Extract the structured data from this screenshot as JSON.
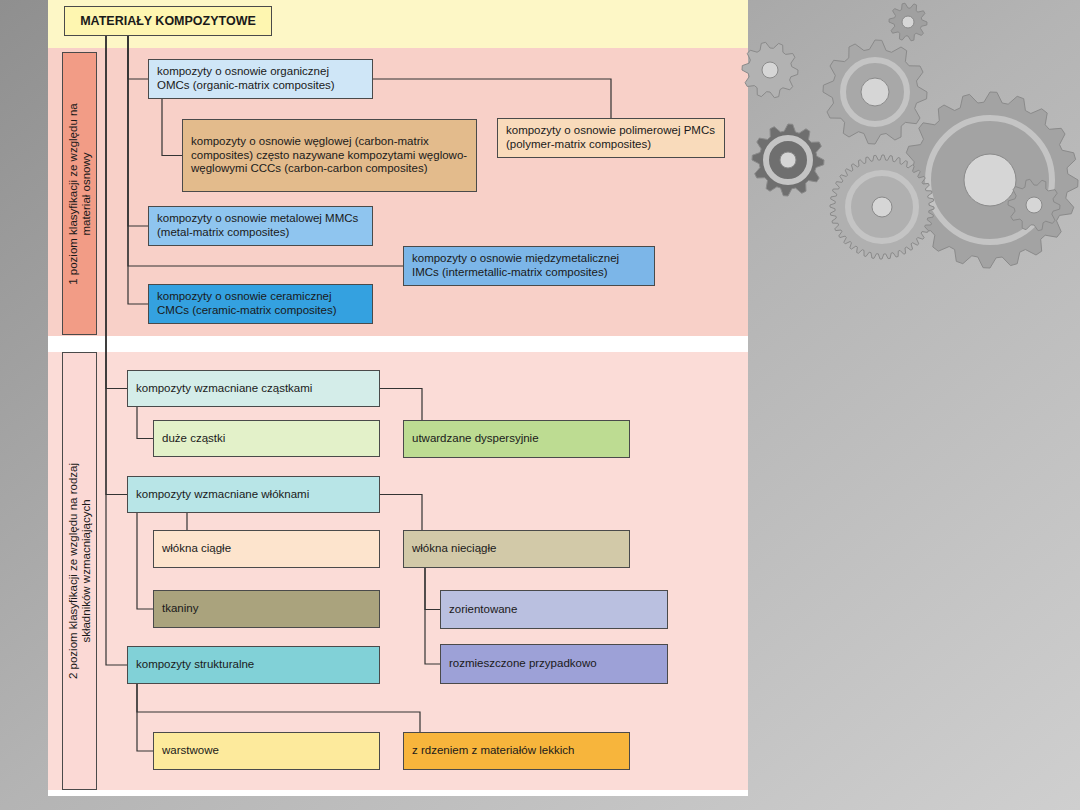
{
  "diagram": {
    "nodes": [
      {
        "text": [
          "MATERIAŁY KOMPOZYTOWE"
        ]
      },
      {
        "text": [
          "1 poziom klasyfikacji ze względu na materiał osnowy"
        ]
      },
      {
        "text": [
          "kompozyty o osnowie organicznej OMCs (organic-matrix composites)"
        ]
      },
      {
        "text": [
          "kompozyty o osnowie węglowej (carbon-matrix composites) często nazywane kompozytami węglowo-węglowymi CCCs (carbon-carbon composites)"
        ]
      },
      {
        "text": [
          "kompozyty o osnowie polimerowej PMCs (polymer-matrix composites)"
        ]
      },
      {
        "text": [
          "kompozyty o osnowie metalowej MMCs (metal-matrix composites)"
        ]
      },
      {
        "text": [
          "kompozyty o osnowie międzymetalicznej IMCs (intermetallic-matrix composites)"
        ]
      },
      {
        "text": [
          "kompozyty o osnowie ceramicznej CMCs (ceramic-matrix composites)"
        ]
      },
      {
        "text": [
          "2 poziom klasyfikacji ze względu na rodzaj składników wzmacniających"
        ]
      },
      {
        "text": [
          "kompozyty wzmacniane cząstkami"
        ]
      },
      {
        "text": [
          "duże cząstki"
        ]
      },
      {
        "text": [
          "utwardzane dyspersyjnie"
        ]
      },
      {
        "text": [
          "kompozyty wzmacniane włóknami"
        ]
      },
      {
        "text": [
          "włókna ciągłe"
        ]
      },
      {
        "text": [
          "włókna nieciągłe"
        ]
      },
      {
        "text": [
          "tkaniny"
        ]
      },
      {
        "text": [
          "zorientowane"
        ]
      },
      {
        "text": [
          "rozmieszczone przypadkowo"
        ]
      },
      {
        "text": [
          "kompozyty strukturalne"
        ]
      },
      {
        "text": [
          "warstwowe"
        ]
      },
      {
        "text": [
          "z rdzeniem z materiałów lekkich"
        ]
      }
    ],
    "edges": [
      {
        "from": 0,
        "to": 2,
        "arrow": "none"
      },
      {
        "from": 2,
        "to": 3,
        "arrow": "none"
      },
      {
        "from": 2,
        "to": 4,
        "arrow": "none"
      },
      {
        "from": 0,
        "to": 5,
        "arrow": "none"
      },
      {
        "from": 0,
        "to": 6,
        "arrow": "none"
      },
      {
        "from": 0,
        "to": 7,
        "arrow": "none"
      },
      {
        "from": 0,
        "to": 9,
        "arrow": "none"
      },
      {
        "from": 9,
        "to": 10,
        "arrow": "none"
      },
      {
        "from": 9,
        "to": 11,
        "arrow": "none"
      },
      {
        "from": 0,
        "to": 12,
        "arrow": "none"
      },
      {
        "from": 12,
        "to": 13,
        "arrow": "none"
      },
      {
        "from": 12,
        "to": 14,
        "arrow": "none"
      },
      {
        "from": 12,
        "to": 15,
        "arrow": "none"
      },
      {
        "from": 14,
        "to": 16,
        "arrow": "none"
      },
      {
        "from": 14,
        "to": 17,
        "arrow": "none"
      },
      {
        "from": 0,
        "to": 18,
        "arrow": "none"
      },
      {
        "from": 18,
        "to": 19,
        "arrow": "none"
      },
      {
        "from": 18,
        "to": 20,
        "arrow": "none"
      }
    ]
  }
}
